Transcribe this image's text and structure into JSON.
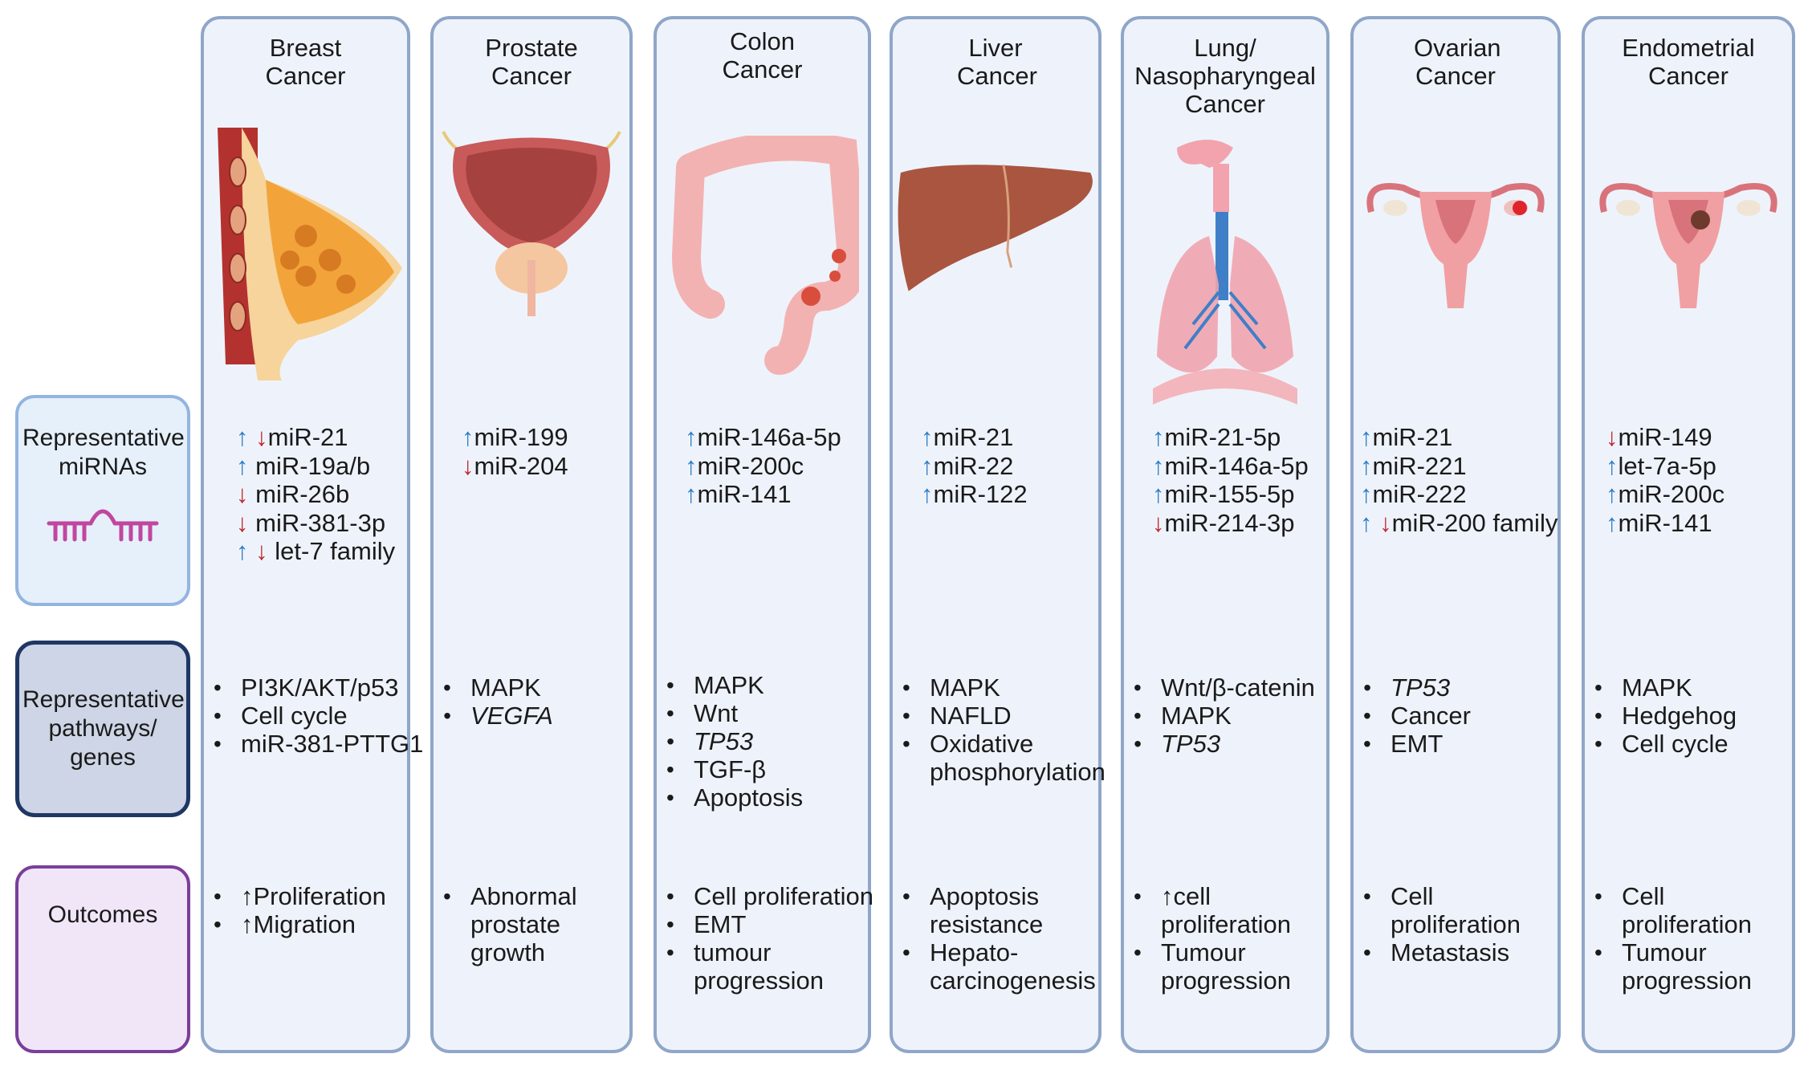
{
  "row_labels": {
    "mirnas": "Representative miRNAs",
    "pathways": "Representative pathways/ genes",
    "outcomes": "Outcomes"
  },
  "columns": [
    {
      "title": "Breast Cancer",
      "organ": "breast",
      "mirnas": [
        {
          "dir": "updown",
          "name": "miR-21"
        },
        {
          "dir": "up",
          "name": "miR-19a/b"
        },
        {
          "dir": "down",
          "name": "miR-26b"
        },
        {
          "dir": "down",
          "name": "miR-381-3p"
        },
        {
          "dir": "updown",
          "name": "let-7 family"
        }
      ],
      "pathways": [
        "PI3K/AKT/p53",
        "Cell cycle",
        "miR-381-PTTG1"
      ],
      "outcomes": [
        "↑Proliferation",
        "↑Migration"
      ]
    },
    {
      "title": "Prostate Cancer",
      "organ": "prostate",
      "mirnas": [
        {
          "dir": "up",
          "name": "miR-199"
        },
        {
          "dir": "down",
          "name": "miR-204"
        }
      ],
      "pathways": [
        "MAPK",
        "VEGFA"
      ],
      "outcomes": [
        "Abnormal prostate growth"
      ]
    },
    {
      "title": "Colon Cancer",
      "organ": "colon",
      "mirnas": [
        {
          "dir": "up",
          "name": "miR-146a-5p"
        },
        {
          "dir": "up",
          "name": "miR-200c"
        },
        {
          "dir": "up",
          "name": "miR-141"
        }
      ],
      "pathways": [
        "MAPK",
        "Wnt",
        "TP53",
        "TGF-β",
        "Apoptosis"
      ],
      "outcomes": [
        "Cell proliferation",
        "EMT",
        "tumour progression"
      ]
    },
    {
      "title": "Liver Cancer",
      "organ": "liver",
      "mirnas": [
        {
          "dir": "up",
          "name": "miR-21"
        },
        {
          "dir": "up",
          "name": "miR-22"
        },
        {
          "dir": "up",
          "name": "miR-122"
        }
      ],
      "pathways": [
        "MAPK",
        "NAFLD",
        "Oxidative phosphorylation"
      ],
      "outcomes": [
        "Apoptosis resistance",
        "Hepato- carcinogenesis"
      ]
    },
    {
      "title": "Lung/ Nasopharyngeal Cancer",
      "organ": "lung",
      "mirnas": [
        {
          "dir": "up",
          "name": "miR-21-5p"
        },
        {
          "dir": "up",
          "name": "miR-146a-5p"
        },
        {
          "dir": "up",
          "name": "miR-155-5p"
        },
        {
          "dir": "down",
          "name": "miR-214-3p"
        }
      ],
      "pathways": [
        "Wnt/β-catenin",
        "MAPK",
        "TP53"
      ],
      "outcomes": [
        "↑cell proliferation",
        "Tumour progression"
      ]
    },
    {
      "title": "Ovarian Cancer",
      "organ": "ovary",
      "mirnas": [
        {
          "dir": "up",
          "name": "miR-21"
        },
        {
          "dir": "up",
          "name": "miR-221"
        },
        {
          "dir": "up",
          "name": "miR-222"
        },
        {
          "dir": "updown",
          "name": "miR-200 family"
        }
      ],
      "pathways": [
        "TP53",
        "Cancer",
        "EMT"
      ],
      "outcomes": [
        "Cell proliferation",
        "Metastasis"
      ]
    },
    {
      "title": "Endometrial Cancer",
      "organ": "uterus",
      "mirnas": [
        {
          "dir": "down",
          "name": "miR-149"
        },
        {
          "dir": "up",
          "name": "let-7a-5p"
        },
        {
          "dir": "up",
          "name": "miR-200c"
        },
        {
          "dir": "up",
          "name": "miR-141"
        }
      ],
      "pathways": [
        "MAPK",
        "Hedgehog",
        "Cell cycle"
      ],
      "outcomes": [
        "Cell proliferation",
        "Tumour progression"
      ]
    }
  ]
}
